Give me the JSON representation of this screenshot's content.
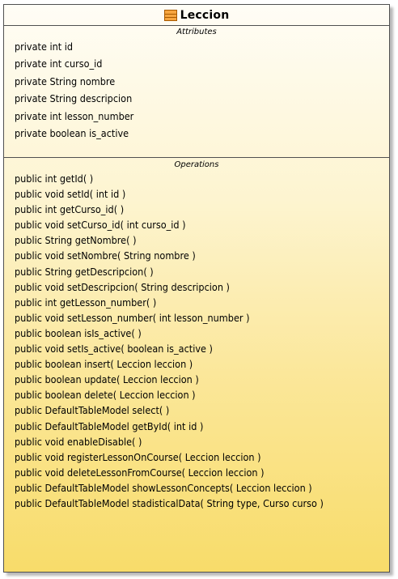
{
  "class": {
    "name": "Leccion",
    "icon": "class-icon"
  },
  "attributes": {
    "title": "Attributes",
    "items": [
      "private int id",
      "private int curso_id",
      "private String nombre",
      "private String descripcion",
      "private int lesson_number",
      "private boolean is_active"
    ]
  },
  "operations": {
    "title": "Operations",
    "items": [
      "public int  getId( )",
      "public void  setId( int id )",
      "public int  getCurso_id( )",
      "public void  setCurso_id( int curso_id )",
      "public String  getNombre( )",
      "public void  setNombre( String nombre )",
      "public String  getDescripcion( )",
      "public void  setDescripcion( String descripcion )",
      "public int  getLesson_number( )",
      "public void  setLesson_number( int lesson_number )",
      "public boolean  isIs_active( )",
      "public void  setIs_active( boolean is_active )",
      "public boolean  insert( Leccion leccion )",
      "public boolean  update( Leccion leccion )",
      "public boolean  delete( Leccion leccion )",
      "public DefaultTableModel  select( )",
      "public DefaultTableModel  getById( int id )",
      "public void  enableDisable( )",
      "public void  registerLessonOnCourse( Leccion leccion )",
      "public void  deleteLessonFromCourse( Leccion leccion )",
      "public DefaultTableModel  showLessonConcepts( Leccion leccion )",
      "public DefaultTableModel  stadisticalData( String type, Curso curso )"
    ]
  },
  "colors": {
    "border": "#505050",
    "gradient_top": "#fffdf6",
    "gradient_bottom": "#f8dc6a",
    "icon_fill": "#f7a640"
  }
}
